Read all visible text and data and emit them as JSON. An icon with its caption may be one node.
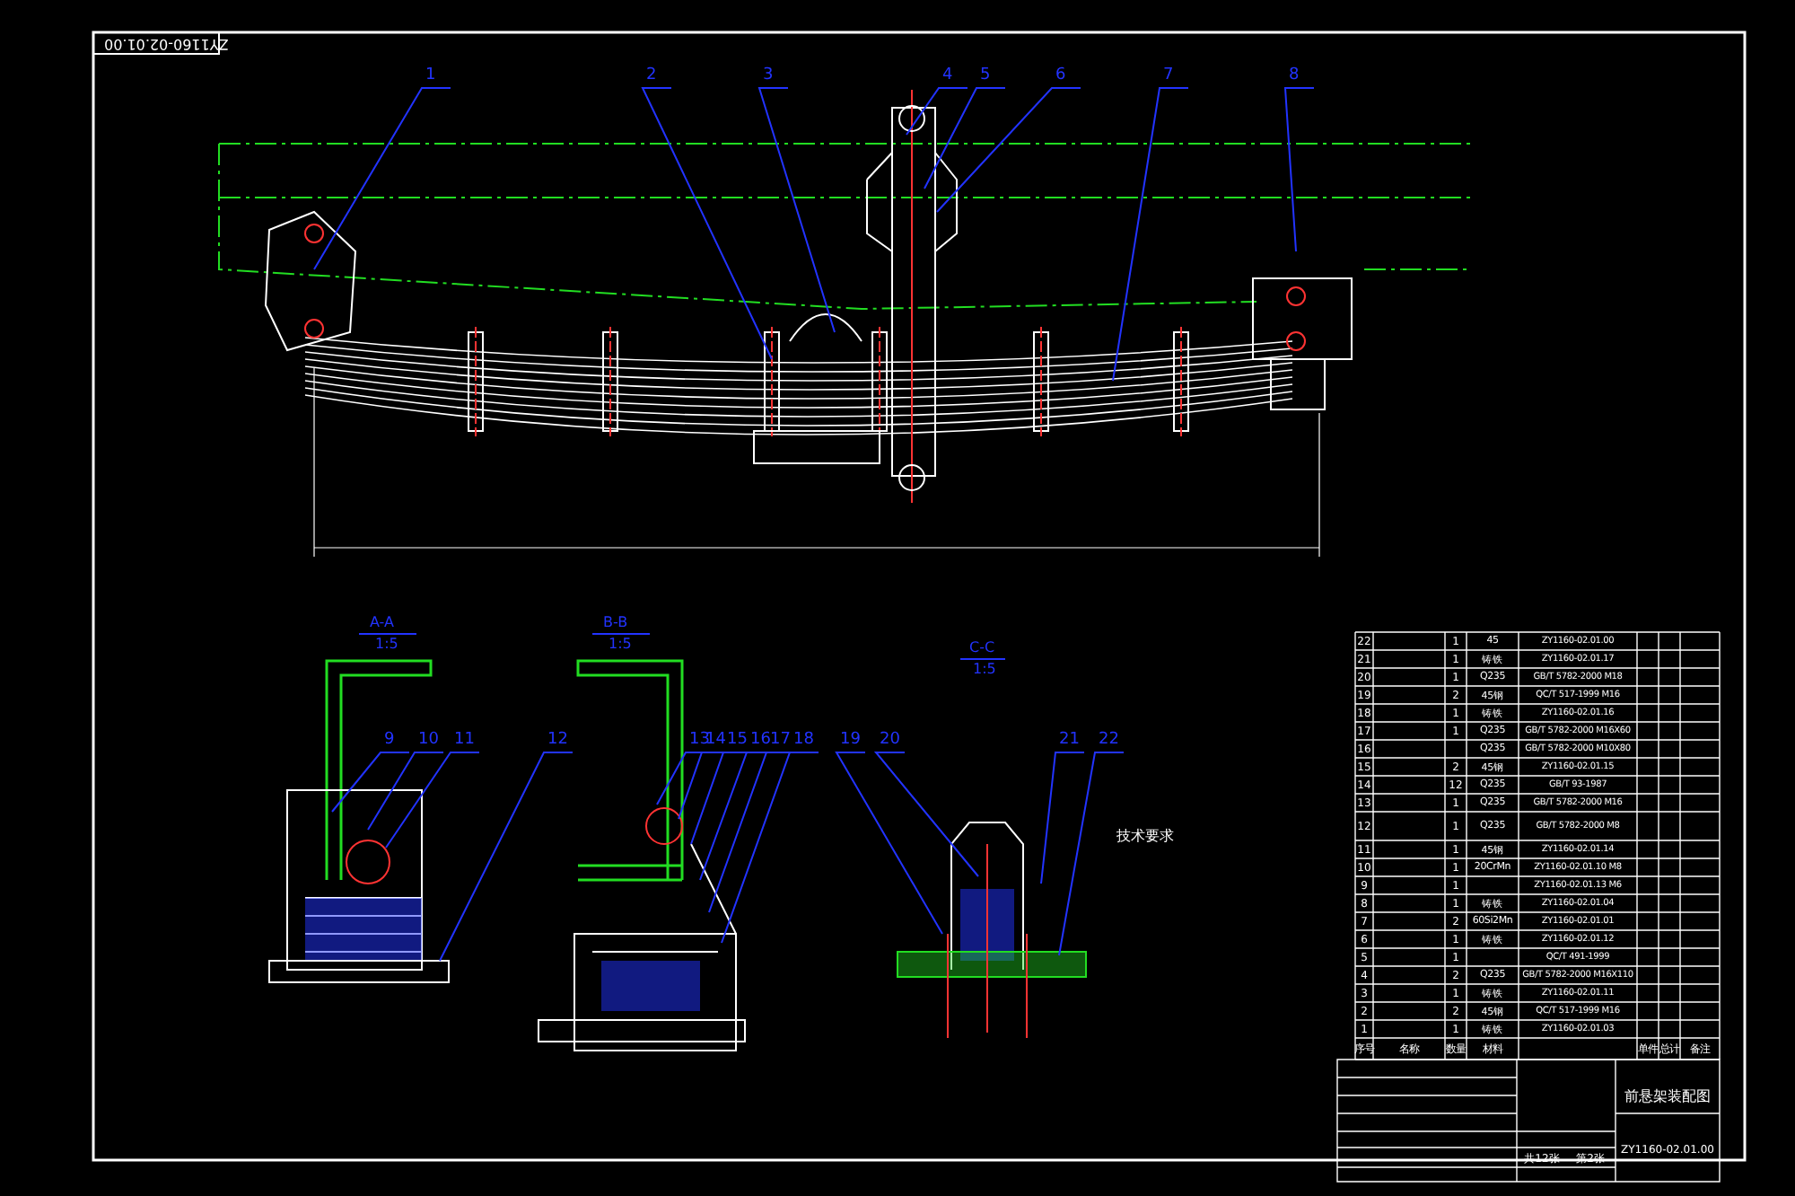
{
  "diagram": {
    "title": "前悬架装配图",
    "nodes": [
      {
        "text": [
          "1"
        ]
      },
      {
        "text": [
          "2"
        ]
      },
      {
        "text": [
          "3"
        ]
      },
      {
        "text": [
          "4"
        ]
      },
      {
        "text": [
          "5"
        ]
      },
      {
        "text": [
          "6"
        ]
      },
      {
        "text": [
          "7"
        ]
      },
      {
        "text": [
          "8"
        ]
      },
      {
        "text": [
          "9"
        ]
      },
      {
        "text": [
          "10"
        ]
      },
      {
        "text": [
          "11"
        ]
      },
      {
        "text": [
          "12"
        ]
      },
      {
        "text": [
          "13"
        ]
      },
      {
        "text": [
          "14"
        ]
      },
      {
        "text": [
          "15"
        ]
      },
      {
        "text": [
          "16"
        ]
      },
      {
        "text": [
          "17"
        ]
      },
      {
        "text": [
          "18"
        ]
      },
      {
        "text": [
          "19"
        ]
      },
      {
        "text": [
          "20"
        ]
      },
      {
        "text": [
          "21"
        ]
      },
      {
        "text": [
          "22"
        ]
      }
    ],
    "edges": [
      {
        "from": 0,
        "to": null,
        "arrow": "none"
      },
      {
        "from": 1,
        "to": null,
        "arrow": "none"
      },
      {
        "from": 2,
        "to": null,
        "arrow": "none"
      },
      {
        "from": 3,
        "to": null,
        "arrow": "none"
      },
      {
        "from": 4,
        "to": null,
        "arrow": "none"
      },
      {
        "from": 5,
        "to": null,
        "arrow": "none"
      },
      {
        "from": 6,
        "to": null,
        "arrow": "none"
      },
      {
        "from": 7,
        "to": null,
        "arrow": "none"
      },
      {
        "from": 8,
        "to": null,
        "arrow": "none"
      },
      {
        "from": 9,
        "to": null,
        "arrow": "none"
      },
      {
        "from": 10,
        "to": null,
        "arrow": "none"
      },
      {
        "from": 11,
        "to": null,
        "arrow": "none"
      },
      {
        "from": 12,
        "to": null,
        "arrow": "none"
      },
      {
        "from": 13,
        "to": null,
        "arrow": "none"
      },
      {
        "from": 14,
        "to": null,
        "arrow": "none"
      },
      {
        "from": 15,
        "to": null,
        "arrow": "none"
      },
      {
        "from": 16,
        "to": null,
        "arrow": "none"
      },
      {
        "from": 17,
        "to": null,
        "arrow": "none"
      },
      {
        "from": 18,
        "to": null,
        "arrow": "none"
      },
      {
        "from": 19,
        "to": null,
        "arrow": "none"
      },
      {
        "from": 20,
        "to": null,
        "arrow": "none"
      },
      {
        "from": 21,
        "to": null,
        "arrow": "none"
      }
    ],
    "labels": [
      "ZY1160-02.01.00",
      "A-A",
      "1:5",
      "B-B",
      "1:5",
      "C-C",
      "1:5",
      "技术要求",
      "22",
      "1",
      "45",
      "ZY1160-02.01.00",
      "21",
      "1",
      "铸铁",
      "ZY1160-02.01.17",
      "20",
      "1",
      "Q235",
      "GB/T 5782-2000 M18",
      "19",
      "2",
      "45钢",
      "QC/T 517-1999 M16",
      "18",
      "1",
      "铸铁",
      "ZY1160-02.01.16",
      "17",
      "1",
      "Q235",
      "GB/T 5782-2000 M16X60",
      "16",
      "Q235",
      "GB/T 5782-2000 M10X80",
      "15",
      "2",
      "45钢",
      "ZY1160-02.01.15",
      "14",
      "12",
      "Q235",
      "GB/T 93-1987",
      "13",
      "1",
      "Q235",
      "GB/T 5782-2000 M16",
      "12",
      "1",
      "Q235",
      "GB/T 5782-2000 M8",
      "11",
      "1",
      "45钢",
      "ZY1160-02.01.14",
      "10",
      "1",
      "20CrMn",
      "ZY1160-02.01.10 M8",
      "9",
      "1",
      "ZY1160-02.01.13 M6",
      "8",
      "1",
      "铸铁",
      "ZY1160-02.01.04",
      "7",
      "2",
      "60Si2Mn",
      "ZY1160-02.01.01",
      "6",
      "1",
      "铸铁",
      "ZY1160-02.01.12",
      "5",
      "1",
      "QC/T 491-1999",
      "4",
      "2",
      "Q235",
      "GB/T 5782-2000 M16X110",
      "3",
      "1",
      "铸铁",
      "ZY1160-02.01.11",
      "2",
      "2",
      "45钢",
      "QC/T 517-1999 M16",
      "1",
      "1",
      "铸铁",
      "ZY1160-02.01.03",
      "序号",
      "名称",
      "数量",
      "材料",
      "单件",
      "总计",
      "备注",
      "ZY1160-02.01.00",
      "共12张",
      "第2张"
    ]
  }
}
